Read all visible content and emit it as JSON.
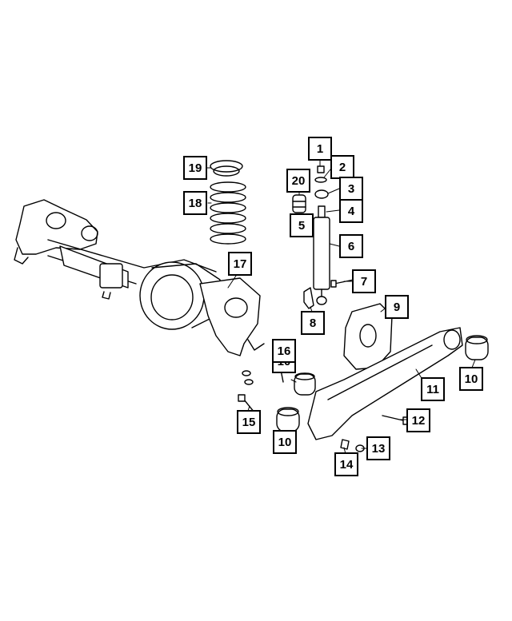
{
  "callouts": [
    "1",
    "2",
    "3",
    "4",
    "5",
    "6",
    "7",
    "8",
    "9",
    "10",
    "10",
    "10",
    "11",
    "12",
    "13",
    "14",
    "15",
    "16",
    "17",
    "18",
    "19",
    "20"
  ],
  "colors": {
    "line": "#000000",
    "background": "#ffffff"
  }
}
